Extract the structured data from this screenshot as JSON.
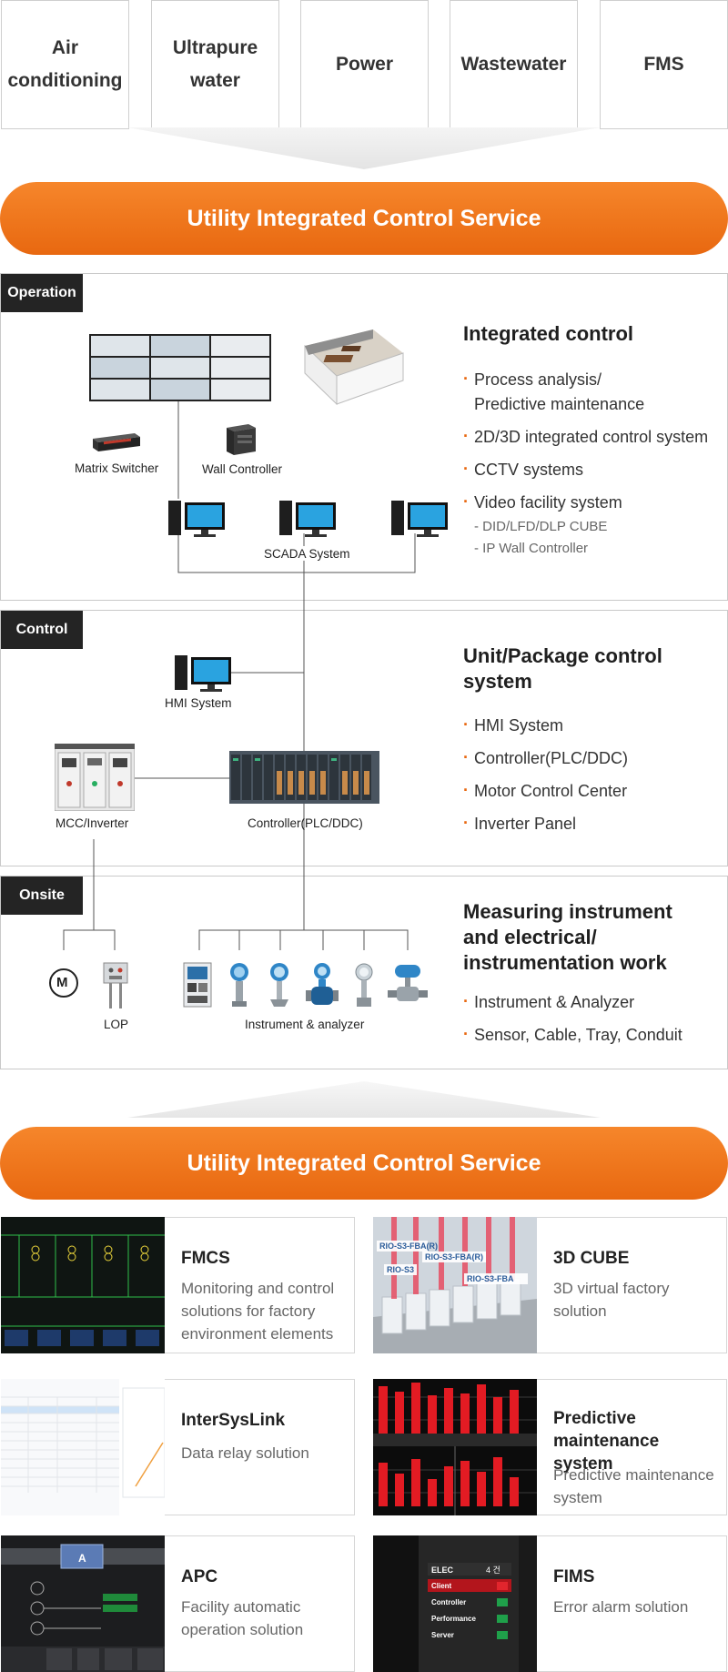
{
  "categories": [
    {
      "line1": "Air",
      "line2": "conditioning"
    },
    {
      "line1": "Ultrapure",
      "line2": "water"
    },
    {
      "line1": "Power",
      "line2": ""
    },
    {
      "line1": "Wastewater",
      "line2": ""
    },
    {
      "line1": "FMS",
      "line2": ""
    }
  ],
  "banner_text": "Utility Integrated Control Service",
  "operation": {
    "tag": "Operation",
    "title": "Integrated control",
    "items": [
      {
        "text": "Process analysis/",
        "text2": "Predictive maintenance"
      },
      {
        "text": "2D/3D integrated control system"
      },
      {
        "text": "CCTV systems"
      },
      {
        "text": "Video facility system",
        "sub1": "- DID/LFD/DLP CUBE",
        "sub2": "- IP Wall Controller"
      }
    ],
    "labels": {
      "matrix_switcher": "Matrix Switcher",
      "wall_controller": "Wall Controller",
      "scada": "SCADA System"
    }
  },
  "control": {
    "tag": "Control",
    "title_line1": "Unit/Package control",
    "title_line2": "system",
    "items": [
      "HMI System",
      "Controller(PLC/DDC)",
      "Motor Control Center",
      "Inverter Panel"
    ],
    "labels": {
      "hmi": "HMI System",
      "mcc": "MCC/Inverter",
      "controller": "Controller(PLC/DDC)"
    }
  },
  "onsite": {
    "tag": "Onsite",
    "title_line1": "Measuring instrument",
    "title_line2": "and electrical/",
    "title_line3": "instrumentation work",
    "items": [
      "Instrument & Analyzer",
      "Sensor, Cable, Tray, Conduit"
    ],
    "labels": {
      "motor": "M",
      "lop": "LOP",
      "instrument": "Instrument & analyzer"
    }
  },
  "solutions": [
    {
      "title": "FMCS",
      "title2": "",
      "desc": "Monitoring and control solutions for factory environment elements"
    },
    {
      "title": "3D CUBE",
      "title2": "",
      "desc": "3D virtual factory solution"
    },
    {
      "title": "InterSysLink",
      "title2": "",
      "desc": "Data relay solution"
    },
    {
      "title": "Predictive",
      "title2": "maintenance system",
      "desc": "Predictive maintenance system"
    },
    {
      "title": "APC",
      "title2": "",
      "desc": "Facility automatic operation solution"
    },
    {
      "title": "FIMS",
      "title2": "",
      "desc": "Error alarm solution"
    }
  ],
  "thumb_text": {
    "cube_labels": [
      "RIO-S3-FBA(R)",
      "RIO-S3-FBA(R)",
      "RIO-S3",
      "RIO-S3-FBA"
    ],
    "fims_header": "ELEC",
    "fims_count": "4 건",
    "fims_rows": [
      "Client",
      "Controller",
      "Performance",
      "Server"
    ],
    "apc_block": "A"
  },
  "colors": {
    "accent": "#f07a1c",
    "tag_bg": "#242424"
  }
}
